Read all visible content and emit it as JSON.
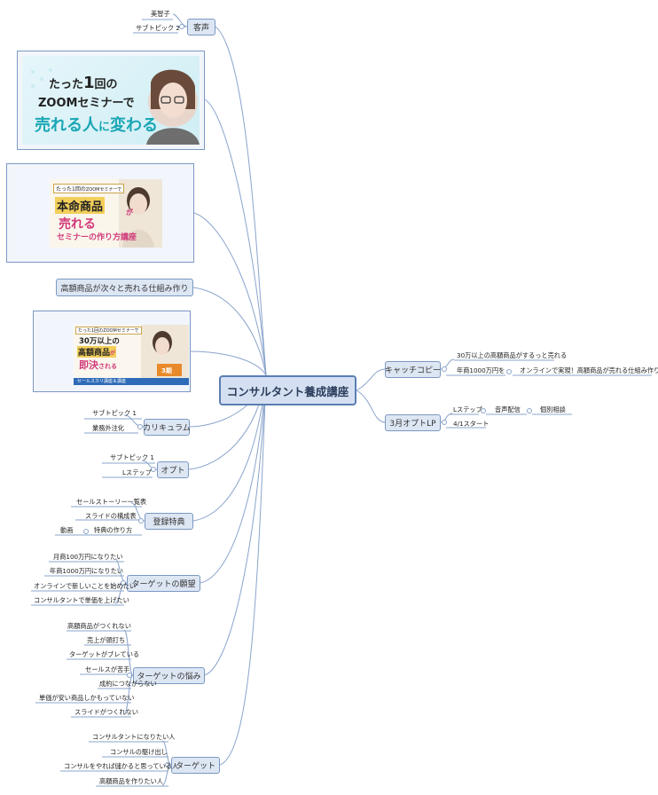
{
  "central": "コンサルタント養成講座",
  "left_branches": {
    "kyakusei": {
      "label": "客声",
      "children": [
        "美智子",
        "サブトピック 2"
      ]
    },
    "banner1": {
      "line1": "たった",
      "big1": "1",
      "line1b": "回の",
      "line2": "ZOOMセミナーで",
      "line3a": "売れる人",
      "line3b": "に",
      "line3c": "変わる"
    },
    "banner2": {
      "tag": "たった1回の",
      "tag2": "ZOOM",
      "tag3": "セミナーで",
      "main1": "本命商品",
      "ga": "が",
      "main2": "売れる",
      "main3": "セミナーの作り方講座"
    },
    "koukaku": {
      "label": "高額商品が次々と売れる仕組み作り"
    },
    "banner3": {
      "tag": "たった1回の",
      "tag2": "ZOOM",
      "tag3": "セミナーで",
      "main1": "30万以上の",
      "main2": "高額商品",
      "ga": "が",
      "main3": "即決",
      "main3b": "される",
      "season": "3期",
      "footer": "セールスカリ講座＆講座",
      "footer2": ""
    },
    "curriculum": {
      "label": "カリキュラム",
      "children": [
        "サブトピック 1",
        "業務外注化"
      ]
    },
    "opt": {
      "label": "オプト",
      "children": [
        "サブトピック 1",
        "Lステップ"
      ]
    },
    "tokuten": {
      "label": "登録特典",
      "children": [
        "セールストーリー一覧表",
        "スライドの構成表",
        "特典の作り方"
      ],
      "grandchild": "動画"
    },
    "ganbou": {
      "label": "ターゲットの願望",
      "children": [
        "月商100万円になりたい",
        "年商1000万円になりたい",
        "オンラインで新しいことを始めたい",
        "コンサルタントで単価を上げたい"
      ]
    },
    "nayami": {
      "label": "ターゲットの悩み",
      "children": [
        "高額商品がつくれない",
        "売上が頭打ち",
        "ターゲットがブレている",
        "セールスが苦手",
        "成約につながらない",
        "単価が安い商品しかもっていない",
        "スライドがつくれない"
      ]
    },
    "target": {
      "label": "ターゲット",
      "children": [
        "コンサルタントになりたい人",
        "コンサルの駆け出し",
        "コンサルをやれば儲かると思っている人",
        "高額商品を作りたい人"
      ]
    }
  },
  "right_branches": {
    "catch": {
      "label": "キャッチコピー",
      "children": [
        "30万以上の高額商品がするっと売れる",
        "年商1000万円を"
      ],
      "grandchild": "オンラインで実現！高額商品が売れる仕組み作り"
    },
    "optlp": {
      "label": "3月オプトLP",
      "children": [
        "Lステップ",
        "4/1スタート"
      ],
      "grandchild": "音声配信",
      "greatgrandchild": "個別相談"
    }
  }
}
